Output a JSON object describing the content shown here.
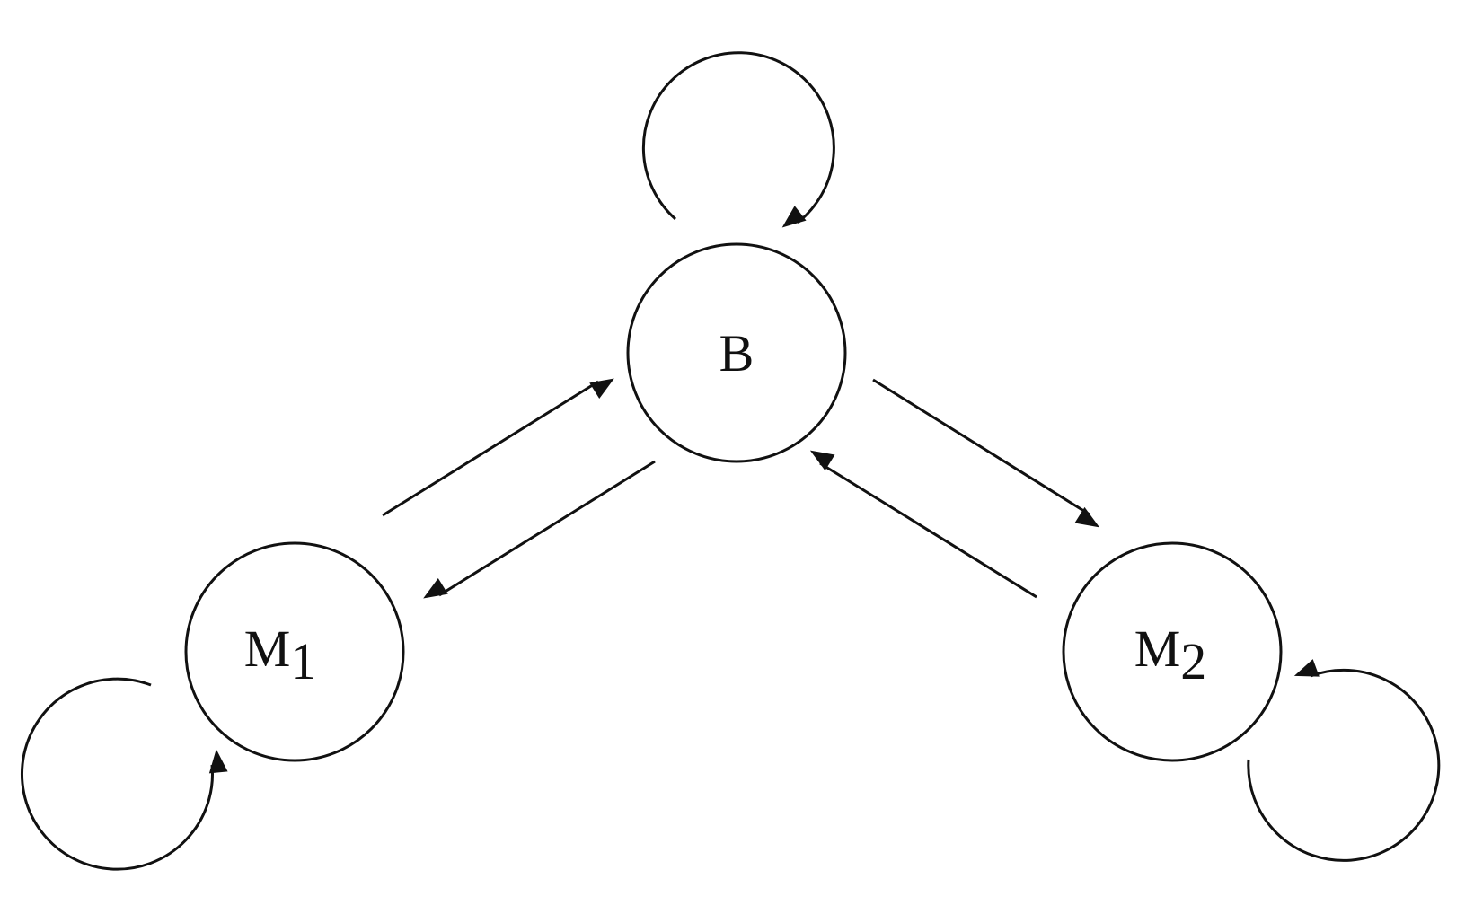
{
  "diagram": {
    "type": "state-transition",
    "nodes": {
      "b": {
        "label": "B"
      },
      "m1": {
        "label": "M",
        "subscript": "1"
      },
      "m2": {
        "label": "M",
        "subscript": "2"
      }
    },
    "edges": [
      {
        "from": "B",
        "to": "B",
        "kind": "self-loop"
      },
      {
        "from": "M1",
        "to": "M1",
        "kind": "self-loop"
      },
      {
        "from": "M2",
        "to": "M2",
        "kind": "self-loop"
      },
      {
        "from": "M1",
        "to": "B"
      },
      {
        "from": "B",
        "to": "M1"
      },
      {
        "from": "B",
        "to": "M2"
      },
      {
        "from": "M2",
        "to": "B"
      }
    ],
    "colors": {
      "stroke": "#111111",
      "background": "#ffffff"
    }
  }
}
